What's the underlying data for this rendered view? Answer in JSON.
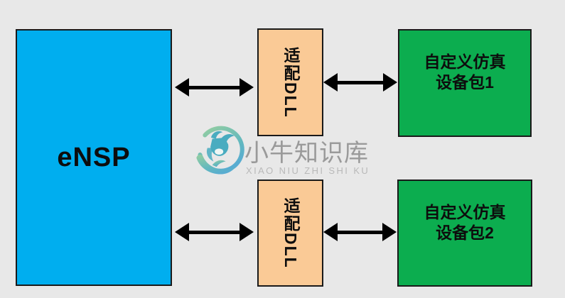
{
  "diagram": {
    "nodes": {
      "ensp": {
        "label": "eNSP"
      },
      "dll_top": {
        "label": "适配DLL"
      },
      "dll_bottom": {
        "label": "适配DLL"
      },
      "pkg1": {
        "line1": "自定义仿真",
        "line2": "设备包1"
      },
      "pkg2": {
        "line1": "自定义仿真",
        "line2": "设备包2"
      }
    },
    "colors": {
      "background": "#e8e8e8",
      "ensp_fill": "#00aeef",
      "dll_fill": "#faca96",
      "pkg_fill": "#0cad4f",
      "node_border": "#1a1a1a",
      "arrow": "#000000"
    }
  },
  "watermark": {
    "title": "小牛知识库",
    "subtitle": "XIAO NIU ZHI SHI KU",
    "logo_icon": "bull-in-ring",
    "title_color": "#9a9a9a",
    "subtitle_color": "#b9b9b9",
    "logo_colors": {
      "ring_green": "#8ecba4",
      "ring_blue": "#55a9d6",
      "bull_teal": "#49acc0"
    }
  }
}
